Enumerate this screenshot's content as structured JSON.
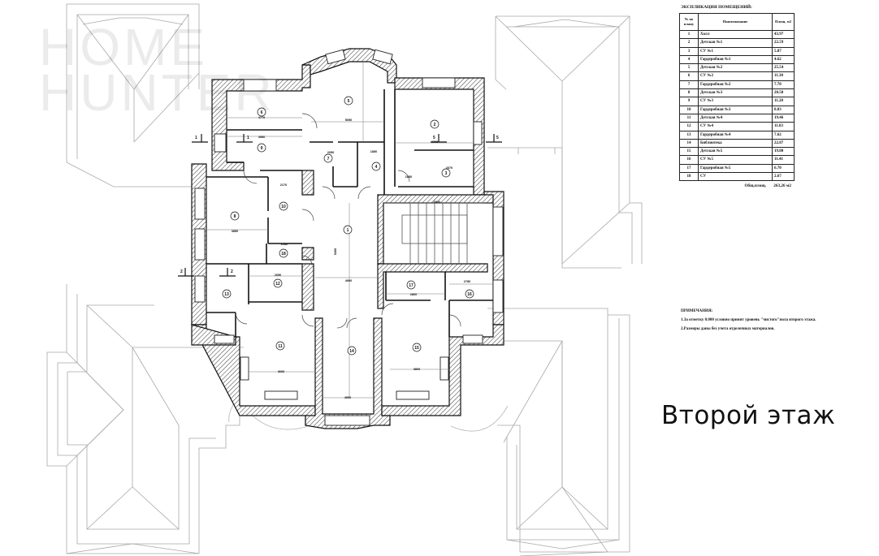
{
  "watermark": {
    "line1": "HOME",
    "line2": "HUNTER"
  },
  "schedule": {
    "title": "ЭКСПЛИКАЦИЯ ПОМЕЩЕНИЙ:",
    "headers": {
      "num": "№ по плану",
      "name": "Наименование",
      "area": "Площ. м2"
    },
    "rows": [
      {
        "num": "1",
        "name": "Холл",
        "area": "43.97"
      },
      {
        "num": "2",
        "name": "Детская №1",
        "area": "22.59"
      },
      {
        "num": "3",
        "name": "СУ №1",
        "area": "5.87"
      },
      {
        "num": "4",
        "name": "Гардеробная №1",
        "area": "4.62"
      },
      {
        "num": "5",
        "name": "Детская №2",
        "area": "25.54"
      },
      {
        "num": "6",
        "name": "СУ №2",
        "area": "11.30"
      },
      {
        "num": "7",
        "name": "Гардеробная №2",
        "area": "7.70"
      },
      {
        "num": "8",
        "name": "Детская №3",
        "area": "20.50"
      },
      {
        "num": "9",
        "name": "СУ №3",
        "area": "11.28"
      },
      {
        "num": "10",
        "name": "Гардеробная №3",
        "area": "8.83"
      },
      {
        "num": "11",
        "name": "Детская №4",
        "area": "19.46"
      },
      {
        "num": "12",
        "name": "СУ №4",
        "area": "11.83"
      },
      {
        "num": "13",
        "name": "Гардеробная №4",
        "area": "7.62"
      },
      {
        "num": "14",
        "name": "Библиотека",
        "area": "22.87"
      },
      {
        "num": "15",
        "name": "Детская №5",
        "area": "19.80"
      },
      {
        "num": "16",
        "name": "СУ №5",
        "area": "11.41"
      },
      {
        "num": "17",
        "name": "Гардеробная №5",
        "area": "6.70"
      },
      {
        "num": "18",
        "name": "СУ",
        "area": "2.67"
      }
    ],
    "total_label": "Общ.площ.",
    "total_value": "263,26 м2"
  },
  "notes": {
    "title": "ПРИМЕЧАНИЯ:",
    "items": [
      "1.За отметку 0.000 условно принят уровень \"чистого\"пола второго этажа.",
      "2.Размеры даны без учета отделочных материалов."
    ]
  },
  "floor_title": "Второй этаж",
  "plan": {
    "section_marks": [
      "1",
      "1",
      "2",
      "2",
      "5",
      "5"
    ],
    "room_numbers": [
      "1",
      "2",
      "3",
      "4",
      "5",
      "6",
      "7",
      "8",
      "9",
      "10",
      "11",
      "12",
      "13",
      "14",
      "15",
      "16",
      "17",
      "18"
    ],
    "dimensions": {
      "room6_w": "4770",
      "room9_w": "4980",
      "room5_w": "5050",
      "room7_w": "2050",
      "room4_w": "1850",
      "room2_w": "4760",
      "room3_w": "2070",
      "room3_d": "1850",
      "room10_w": "2170",
      "room8_w": "3850",
      "stair_w": "6820",
      "room18_w": "2180",
      "room12_w": "2650",
      "hall_w": "4900",
      "room17_w": "2800",
      "room16_w": "2780",
      "room11_w": "3660",
      "room14_w": "4900",
      "room15_w": "3800",
      "hall_h": "5450"
    }
  }
}
